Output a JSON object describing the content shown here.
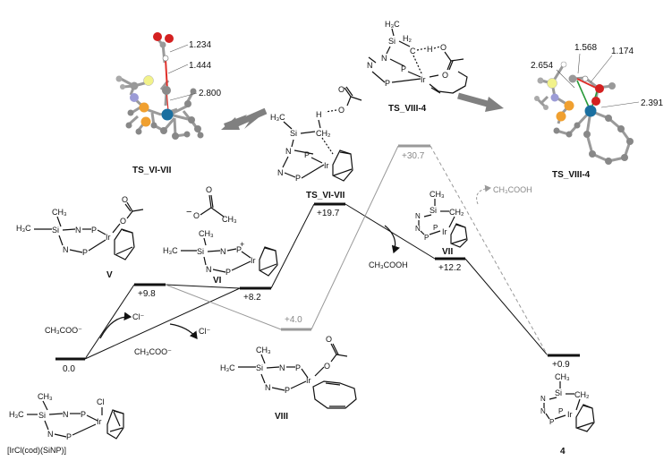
{
  "levels": {
    "ircl": "0.0",
    "v": "+9.8",
    "vi": "+8.2",
    "viii": "+4.0",
    "ts_vi_vii": "+19.7",
    "ts_viii_4": "+30.7",
    "vii": "+12.2",
    "four": "+0.9"
  },
  "species": {
    "ircl": "[IrCl(cod)(SiNP)]",
    "v": "V",
    "vi": "VI",
    "vii": "VII",
    "viii": "VIII",
    "four": "4",
    "ts_vi_vii": "TS_VI-VII",
    "ts_viii_4": "TS_VIII-4",
    "ts_vi_vii_3d": "TS_VI-VII",
    "ts_viii_4_3d": "TS_VIII-4"
  },
  "reagents": {
    "cl1": "Cl⁻",
    "cl2": "Cl⁻",
    "ch3coo1": "CH₃COO⁻",
    "ch3coo2": "CH₃COO⁻",
    "ch3cooh1": "CH₃COOH",
    "ch3cooh2": "CH₃COOH"
  },
  "distances": {
    "ts1_a": "1.234",
    "ts1_b": "1.444",
    "ts1_c": "2.800",
    "ts2_a": "1.568",
    "ts2_b": "1.174",
    "ts2_c": "2.654",
    "ts2_d": "2.391"
  },
  "atoms": {
    "si": "Si",
    "n": "N",
    "p": "P",
    "ir": "Ir",
    "cl": "Cl",
    "o": "O",
    "h": "H",
    "ch3": "CH₃",
    "h3c": "H₃C",
    "ch2": "CH₂",
    "h2": "H₂",
    "c": "C",
    "minus": "−",
    "plus": "+"
  },
  "colors": {
    "main_path": "#111111",
    "alt_path": "#999999",
    "arrow": "#808080",
    "bond_red": "#e0302a",
    "bond_green": "#2a9a3a"
  }
}
